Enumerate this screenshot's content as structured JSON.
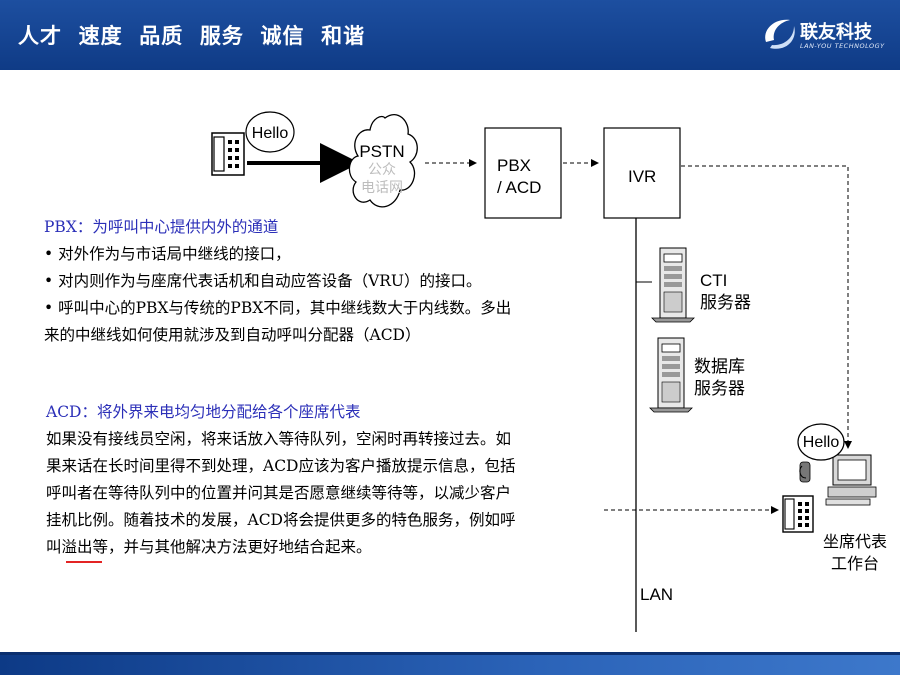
{
  "header": {
    "slogan": "人才  速度  品质  服务  诚信  和谐",
    "logo_name": "联友科技",
    "logo_sub": "LAN-YOU TECHNOLOGY"
  },
  "diagram": {
    "hello_caller": "Hello",
    "hello_agent": "Hello",
    "pstn_label": "PSTN",
    "pstn_sub": "公众\n电话网",
    "pbx_label": "PBX\n/ ACD",
    "ivr_label": "IVR",
    "cti_label": "CTI\n服务器",
    "db_label": "数据库\n服务器",
    "agent_label": "坐席代表\n工作台",
    "lan_label": "LAN"
  },
  "pbx_text": {
    "heading": "PBX：为呼叫中心提供内外的通道",
    "bullets": [
      "• 对外作为与市话局中继线的接口，",
      "• 对内则作为与座席代表话机和自动应答设备（VRU）的接口。",
      "• 呼叫中心的PBX与传统的PBX不同，其中继线数大于内线数。多出",
      "来的中继线如何使用就涉及到自动呼叫分配器（ACD）"
    ]
  },
  "acd_text": {
    "heading": "ACD：将外界来电均匀地分配给各个座席代表",
    "lines": [
      "如果没有接线员空闲，将来话放入等待队列，空闲时再转接过去。如",
      "果来话在长时间里得不到处理，ACD应该为客户播放提示信息，包括",
      "呼叫者在等待队列中的位置并问其是否愿意继续等待等，以减少客户",
      "挂机比例。随着技术的发展，ACD将会提供更多的特色服务，例如呼",
      "叫溢出等，并与其他解决方法更好地结合起来。"
    ]
  },
  "colors": {
    "header_blue": "#1d4fa0",
    "heading_blue": "#2b2fb8",
    "underline_red": "#e32424"
  }
}
